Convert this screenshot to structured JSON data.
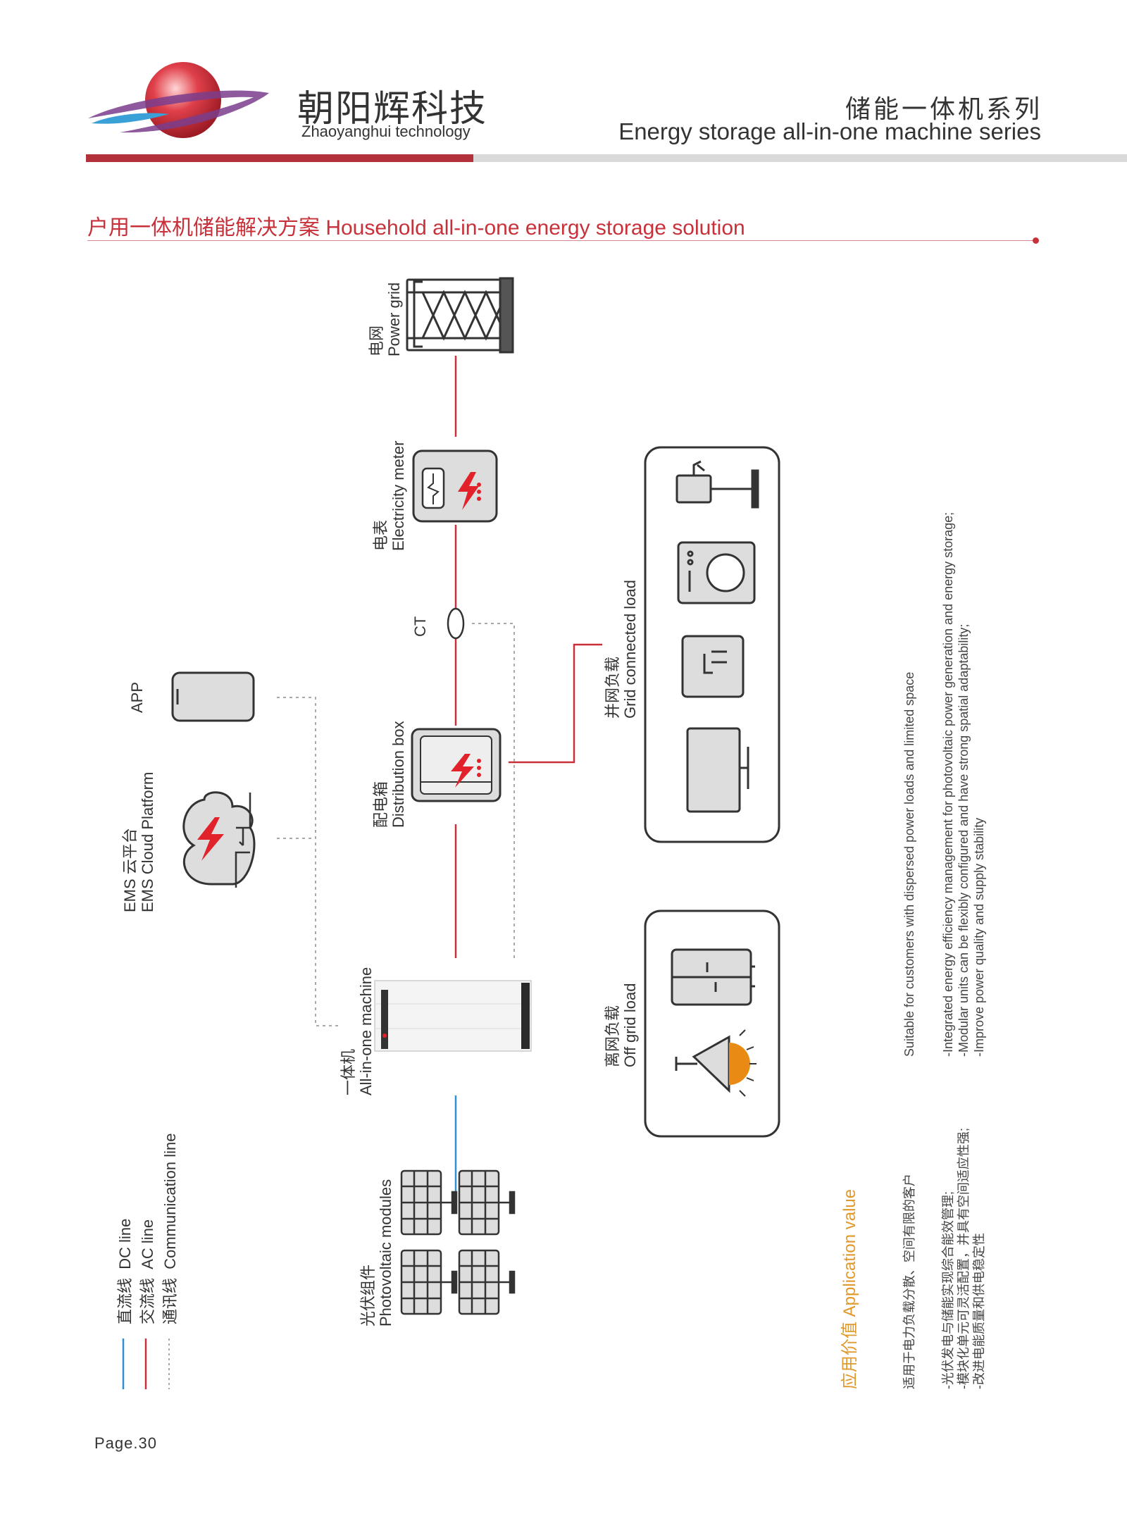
{
  "header": {
    "company_cn": "朝阳辉科技",
    "company_en": "Zhaoyanghui technology",
    "series_cn": "储能一体机系列",
    "series_en": "Energy storage all-in-one machine series"
  },
  "section": {
    "title": "户用一体机储能解决方案 Household all-in-one energy storage solution"
  },
  "diagram": {
    "power_grid": {
      "cn": "电网",
      "en": "Power grid"
    },
    "meter": {
      "cn": "电表",
      "en": "Electricity meter"
    },
    "ct": "CT",
    "distribution_box": {
      "cn": "配电箱",
      "en": "Distribution box"
    },
    "grid_load": {
      "cn": "并网负载",
      "en": "Grid connected load"
    },
    "off_grid_load": {
      "cn": "离网负载",
      "en": "Off grid load"
    },
    "app": "APP",
    "ems": {
      "cn": "EMS 云平台",
      "en": "EMS Cloud Platform"
    },
    "machine": {
      "cn": "一体机",
      "en": "All-in-one machine"
    },
    "pv": {
      "cn": "光伏组件",
      "en": "Photovoltaic modules"
    }
  },
  "legend": {
    "items": [
      {
        "cn": "直流线",
        "en": "DC line",
        "color": "#2f8fd0"
      },
      {
        "cn": "交流线",
        "en": "AC line",
        "color": "#c8313a"
      },
      {
        "cn": "通讯线",
        "en": "Communication line",
        "color": "#aaaaaa"
      }
    ]
  },
  "application": {
    "title": "应用价值 Application value",
    "cn_intro": "适用于电力负载分散、空间有限的客户",
    "cn_points": [
      "-光伏发电与储能实现综合能效管理;",
      "-模块化单元可灵活配置，并具有空间适应性强;",
      "-改进电能质量和供电稳定性"
    ],
    "en_intro": "Suitable for customers with dispersed power loads and limited space",
    "en_points": [
      "-Integrated energy efficiency management for photovoltaic power generation and energy storage;",
      "-Modular units can be flexibly configured and have strong spatial adaptability;",
      "-Improve power quality and supply stability"
    ]
  },
  "footer": {
    "page": "Page.30"
  },
  "colors": {
    "accent_red": "#c8313a",
    "dc_blue": "#2f8fd0",
    "comm_gray": "#aaaaaa",
    "orange": "#e09a2c"
  }
}
